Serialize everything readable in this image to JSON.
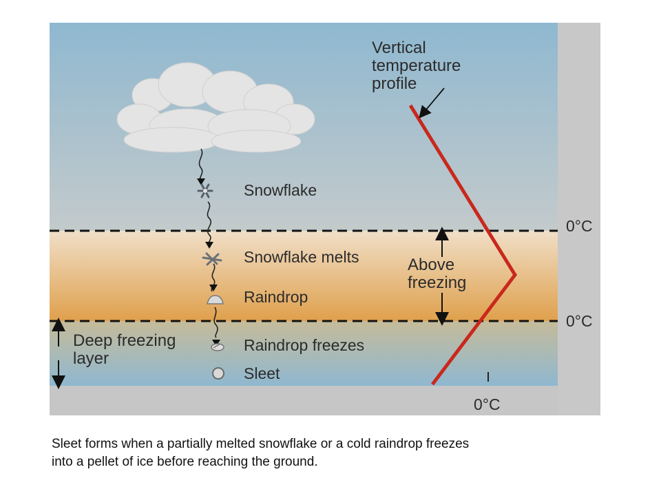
{
  "diagram": {
    "profile_label": [
      "Vertical",
      "temperature",
      "profile"
    ],
    "steps": [
      "Snowflake",
      "Snowflake melts",
      "Raindrop",
      "Raindrop freezes",
      "Sleet"
    ],
    "above_freezing_label": [
      "Above",
      "freezing"
    ],
    "deep_freezing_label": [
      "Deep freezing",
      "layer"
    ],
    "isotherm_labels": [
      "0°C",
      "0°C",
      "0°C"
    ],
    "colors": {
      "sky_top": "#8fb8d0",
      "sky_mid": "#bcc9cc",
      "warm_top": "#f2e3cf",
      "warm_bottom": "#e0a24e",
      "cold_top": "#c2b99d",
      "cold_bottom": "#8fb8d0",
      "profile_line": "#c9281c",
      "side_panel": "#c8c8c8"
    }
  },
  "caption": {
    "line1": "Sleet forms when a partially melted snowflake or a cold raindrop freezes",
    "line2": "into a pellet of ice before reaching the ground."
  }
}
